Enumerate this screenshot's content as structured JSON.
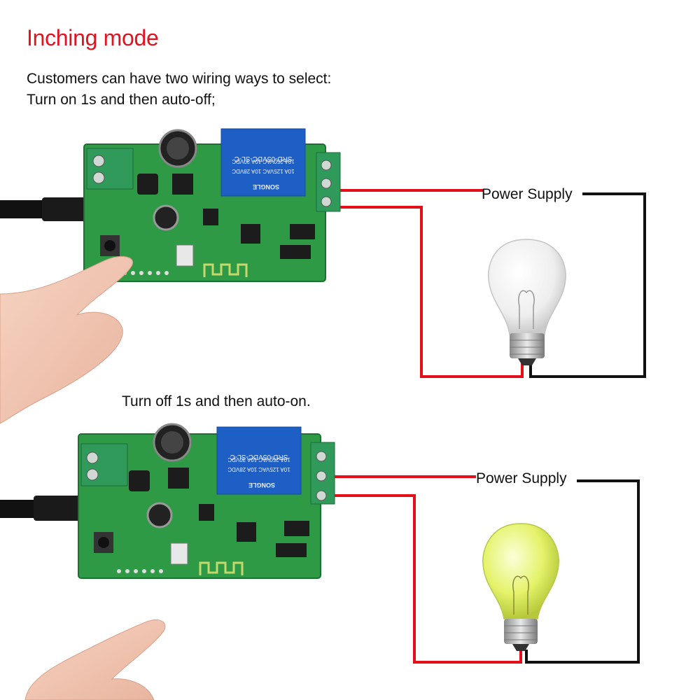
{
  "title": "Inching mode",
  "description": {
    "line1": "Customers can have two wiring ways to select:",
    "line2": "Turn on 1s and then auto-off;"
  },
  "second_caption": "Turn off 1s and then auto-on.",
  "diagrams": [
    {
      "power_supply_label": "Power Supply",
      "relay_text": [
        "SRD-05VDC-SL-C",
        "10A 250VAC  10A 30VDC",
        "10A 125VAC  10A 28VDC",
        "SONGLE"
      ],
      "bulb_state": "off"
    },
    {
      "power_supply_label": "Power Supply",
      "relay_text": [
        "SRD-05VDC-SL-C",
        "10A 250VAC  10A 30VDC",
        "10A 125VAC  10A 28VDC",
        "SONGLE"
      ],
      "bulb_state": "on"
    }
  ],
  "colors": {
    "title": "#e0141e",
    "wire_red": "#e3101a",
    "wire_black": "#111111",
    "pcb": "#2e9a45",
    "relay": "#1d5fc4",
    "terminal": "#2f9a5a",
    "bulb_off": "#f2f2f2",
    "bulb_on": "#e4f36a"
  },
  "icons": [
    "pcb-board-icon",
    "relay-icon",
    "light-bulb-icon",
    "finger-icon",
    "cable-icon"
  ]
}
